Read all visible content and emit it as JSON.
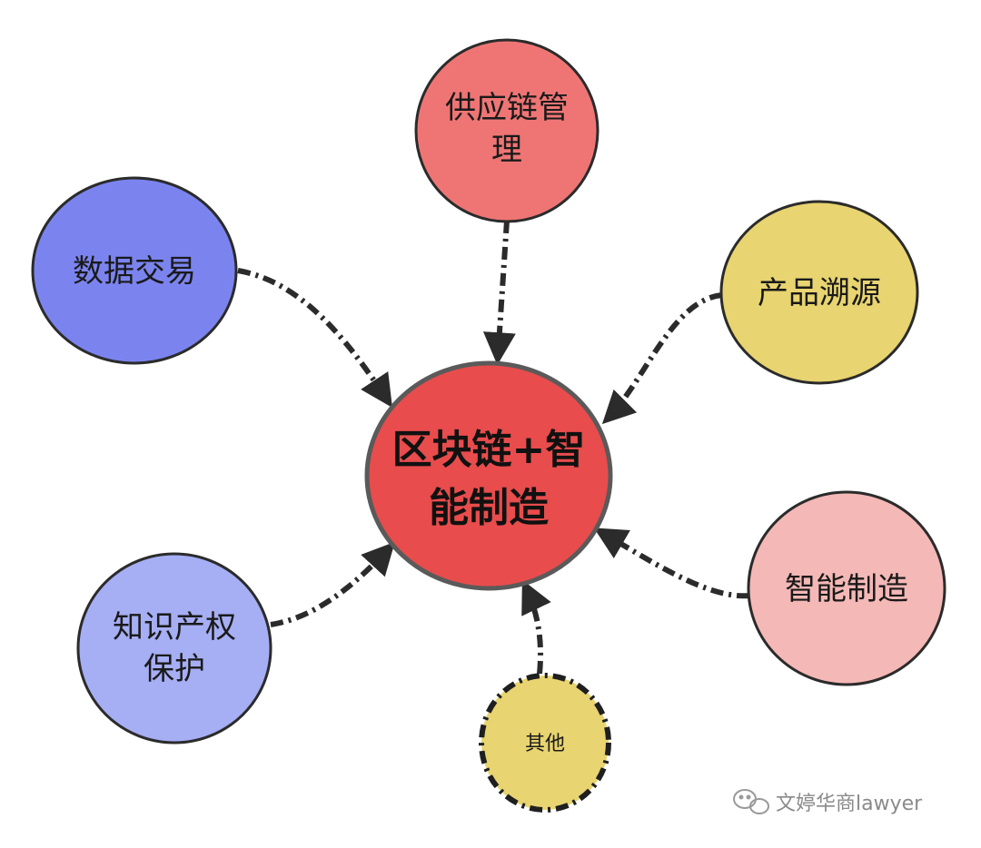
{
  "center": {
    "line1": "区块链+智",
    "line2": "能制造",
    "color": "#e84c4c"
  },
  "nodes": {
    "supply_chain": {
      "line1": "供应链管",
      "line2": "理",
      "color": "#ef7575"
    },
    "data_trading": {
      "line1": "数据交易",
      "color": "#7b84ee"
    },
    "product_trace": {
      "line1": "产品溯源",
      "color": "#e8d470"
    },
    "smart_manufacturing": {
      "line1": "智能制造",
      "color": "#f4b8b6"
    },
    "ip_protection": {
      "line1": "知识产权",
      "line2": "保护",
      "color": "#a6aef4"
    },
    "other": {
      "line1": "其他",
      "color": "#e8d470"
    }
  },
  "watermark": {
    "text": "文婷华商lawyer",
    "icon": "wechat-icon"
  }
}
